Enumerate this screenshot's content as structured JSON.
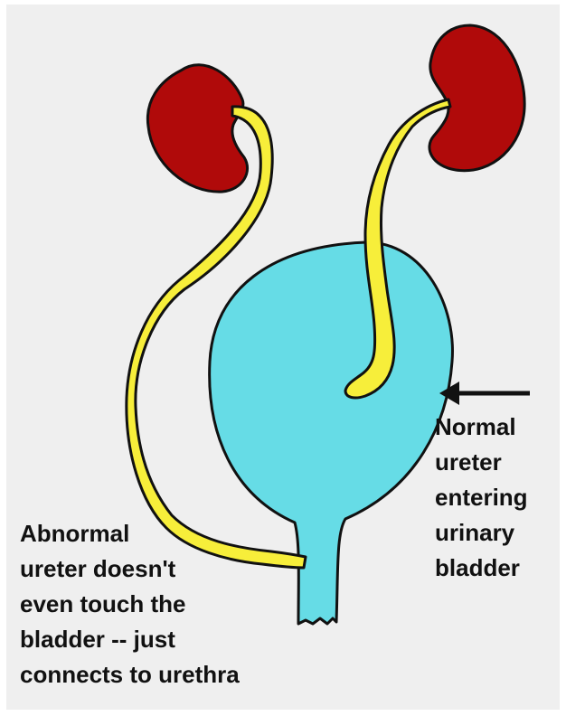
{
  "colors": {
    "background": "#efefef",
    "kidney": "#b00a0a",
    "ureter": "#f7ee3a",
    "bladder": "#66dce6",
    "outline": "#111111"
  },
  "labels": {
    "abnormal": [
      "Abnormal",
      "ureter doesn't",
      "even touch the",
      "bladder -- just",
      "connects to urethra"
    ],
    "normal": [
      "Normal",
      "ureter",
      "entering",
      "urinary",
      "bladder"
    ]
  }
}
